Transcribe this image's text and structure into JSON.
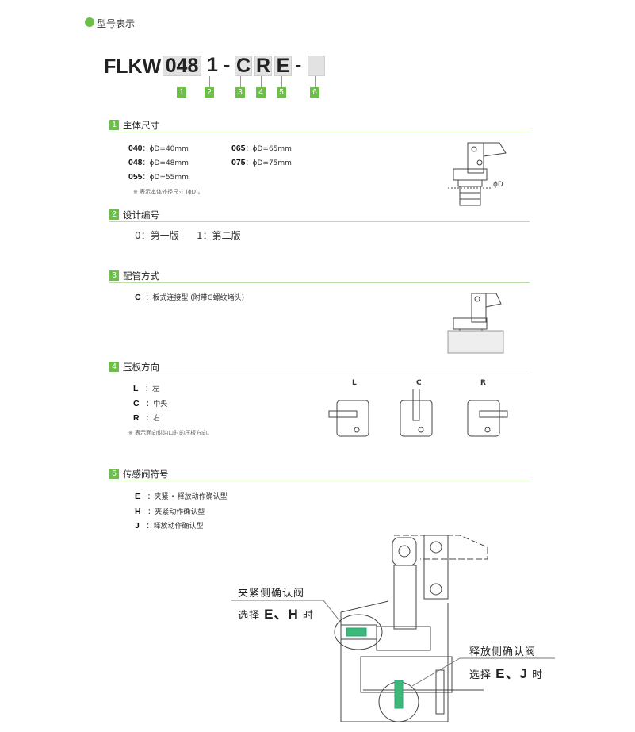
{
  "header": {
    "title": "型号表示"
  },
  "model_code": {
    "prefix": "FLKW",
    "segments": [
      "048",
      "1",
      "-",
      "C",
      "R",
      "E",
      "-",
      ""
    ],
    "numbers": [
      "1",
      "2",
      "3",
      "4",
      "5",
      "6"
    ]
  },
  "sections": [
    {
      "num": "1",
      "title": "主体尺寸",
      "items": [
        {
          "code": "040",
          "value": "ϕD=40mm"
        },
        {
          "code": "048",
          "value": "ϕD=48mm"
        },
        {
          "code": "055",
          "value": "ϕD=55mm"
        },
        {
          "code": "065",
          "value": "ϕD=65mm"
        },
        {
          "code": "075",
          "value": "ϕD=75mm"
        }
      ],
      "note": "※ 表示本体外径尺寸 (ϕD)。",
      "diagram_label": "ϕD"
    },
    {
      "num": "2",
      "title": "设计编号",
      "items": [
        {
          "code": "0",
          "value": "第一版"
        },
        {
          "code": "1",
          "value": "第二版"
        }
      ]
    },
    {
      "num": "3",
      "title": "配管方式",
      "items": [
        {
          "code": "C",
          "value": "板式连接型 (附带G螺纹堵头)"
        }
      ]
    },
    {
      "num": "4",
      "title": "压板方向",
      "items": [
        {
          "code": "L",
          "value": "左"
        },
        {
          "code": "C",
          "value": "中央"
        },
        {
          "code": "R",
          "value": "右"
        }
      ],
      "note": "※ 表示面向供油口时的压板方向。",
      "diagram_labels": [
        "L",
        "C",
        "R"
      ]
    },
    {
      "num": "5",
      "title": "传感阀符号",
      "items": [
        {
          "code": "E",
          "value": "夹紧 • 释放动作确认型"
        },
        {
          "code": "H",
          "value": "夹紧动作确认型"
        },
        {
          "code": "J",
          "value": "释放动作确认型"
        }
      ]
    }
  ],
  "callouts": {
    "clamp": {
      "title": "夹紧侧确认阀",
      "pre": "选择",
      "codes": "E、H",
      "post": "时"
    },
    "release": {
      "title": "释放侧确认阀",
      "pre": "选择",
      "codes": "E、J",
      "post": "时"
    }
  },
  "colors": {
    "accent": "#6cc04a",
    "sensor": "#3cb878"
  }
}
